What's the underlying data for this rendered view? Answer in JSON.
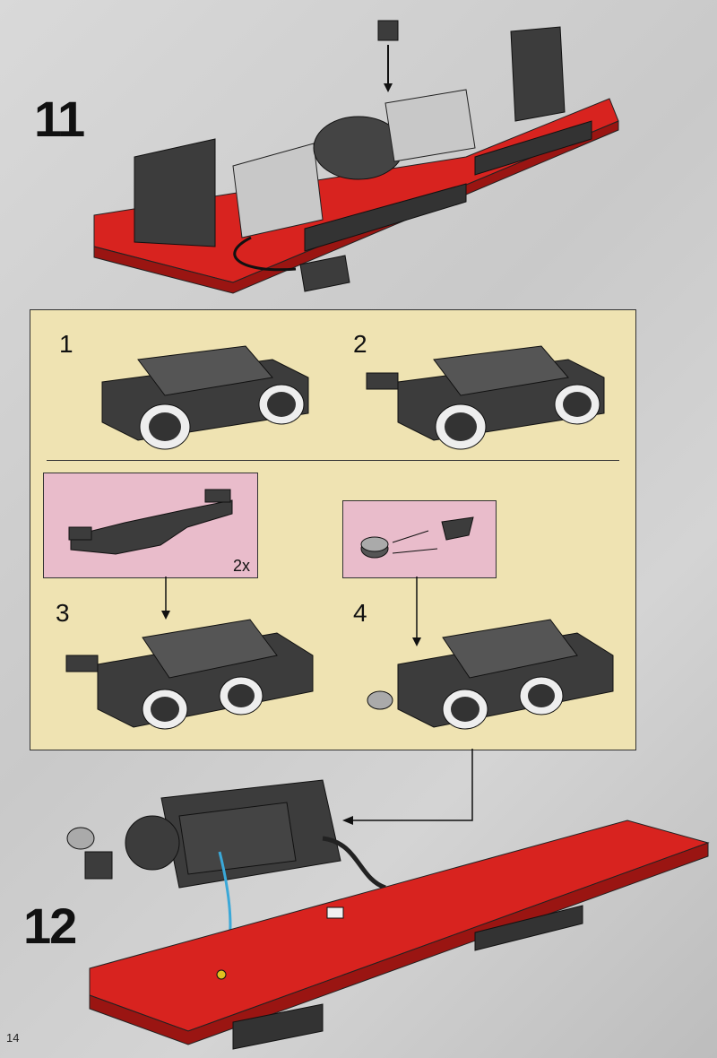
{
  "steps": {
    "main_11": "11",
    "main_12": "12",
    "sub_1": "1",
    "sub_2": "2",
    "sub_3": "3",
    "sub_4": "4"
  },
  "callout_3_multiplier": "2x",
  "page_number": "14",
  "colors": {
    "brick_red": "#d8231f",
    "brick_dark_gray": "#3c3c3c",
    "brick_light_gray": "#c8c8c8",
    "panel_bg": "#efe3b2",
    "callout_bg": "#e9bccb",
    "wire_highlight": "#3aa8d8"
  }
}
